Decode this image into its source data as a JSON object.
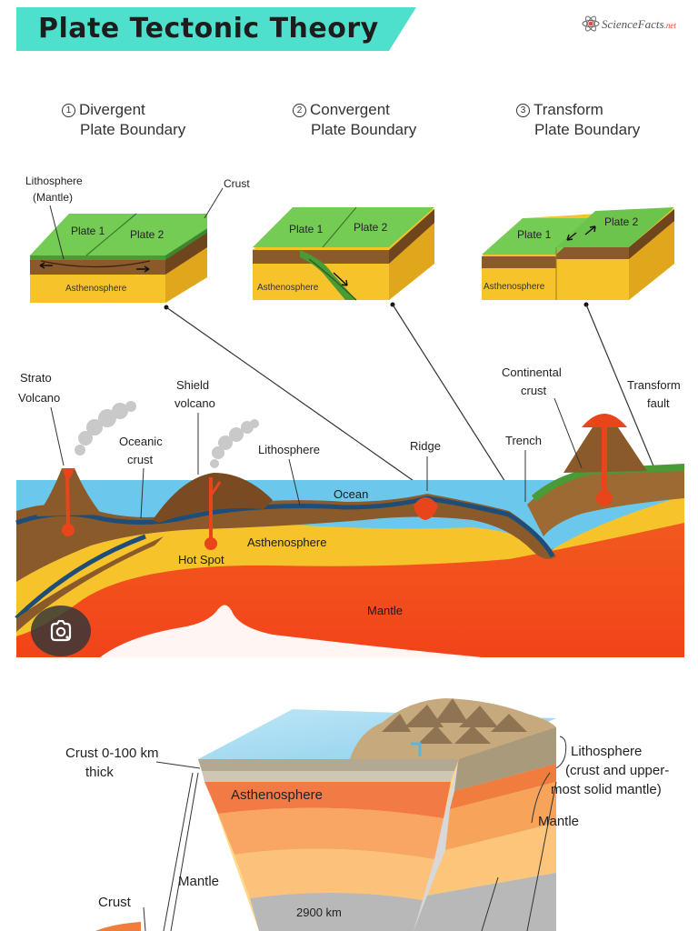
{
  "header": {
    "title": "Plate Tectonic Theory",
    "brand": "ScienceFacts",
    "brand_suffix": ".net"
  },
  "boundaries": [
    {
      "number": "1",
      "line1": "Divergent",
      "line2": "Plate Boundary"
    },
    {
      "number": "2",
      "line1": "Convergent",
      "line2": "Plate Boundary"
    },
    {
      "number": "3",
      "line1": "Transform",
      "line2": "Plate Boundary"
    }
  ],
  "blocks": {
    "divergent": {
      "lithosphere": "Lithosphere",
      "mantle": "(Mantle)",
      "crust": "Crust",
      "plate1": "Plate 1",
      "plate2": "Plate 2",
      "asthenosphere": "Asthenosphere"
    },
    "convergent": {
      "plate1": "Plate 1",
      "plate2": "Plate 2",
      "asthenosphere": "Asthenosphere"
    },
    "transform": {
      "plate1": "Plate 1",
      "plate2": "Plate 2",
      "asthenosphere": "Asthenosphere"
    }
  },
  "cross_section": {
    "strato_1": "Strato",
    "strato_2": "Volcano",
    "shield_1": "Shield",
    "shield_2": "volcano",
    "oceanic_1": "Oceanic",
    "oceanic_2": "crust",
    "lithosphere": "Lithosphere",
    "ridge": "Ridge",
    "continental_1": "Continental",
    "continental_2": "crust",
    "trench": "Trench",
    "transform_1": "Transform",
    "transform_2": "fault",
    "ocean": "Ocean",
    "asthenosphere": "Asthenosphere",
    "hot_spot": "Hot Spot",
    "mantle": "Mantle"
  },
  "earth_layers": {
    "crust_label_1": "Crust 0-100 km",
    "crust_label_2": "thick",
    "asthenosphere": "Asthenosphere",
    "mantle_inner": "Mantle",
    "crust_small": "Crust",
    "depth": "2900 km",
    "lithosphere_1": "Lithosphere",
    "lithosphere_2": "(crust and upper-",
    "lithosphere_3": "most solid mantle)",
    "mantle_right": "Mantle"
  },
  "colors": {
    "banner": "#4fe0cd",
    "plate_green": "#69c24f",
    "plate_top": "#7bd25a",
    "lithosphere_brown": "#8a5a2b",
    "asthenosphere_yellow": "#f6c42a",
    "mantle_red": "#f2471c",
    "ocean_blue": "#6cc7ec"
  },
  "icons": {
    "lens": "google-lens-icon",
    "brand": "atom-icon"
  }
}
